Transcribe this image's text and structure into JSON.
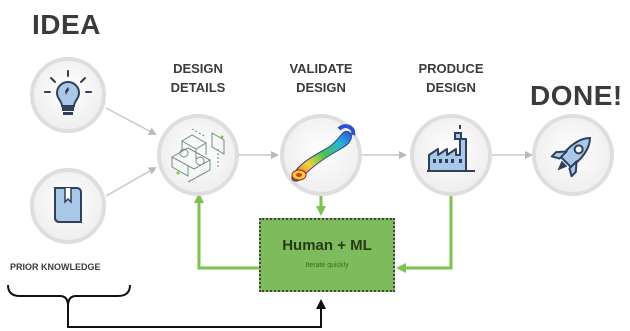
{
  "labels": {
    "idea": "IDEA",
    "done": "DONE!",
    "design_details_1": "DESIGN",
    "design_details_2": "DETAILS",
    "validate_1": "VALIDATE",
    "validate_2": "DESIGN",
    "produce_1": "PRODUCE",
    "produce_2": "DESIGN",
    "prior_knowledge": "PRIOR KNOWLEDGE"
  },
  "center_box": {
    "title": "Human + ML",
    "subtitle": "Iterate quickly"
  },
  "icons": [
    "lightbulb-icon",
    "book-icon",
    "cad-model-icon",
    "stress-simulation-icon",
    "factory-icon",
    "rocket-icon"
  ],
  "colors": {
    "text": "#3b3b3b",
    "green_arrow": "#7cc24e",
    "gray_arrow": "#c8c8c8",
    "box_fill": "#7dbb5c"
  }
}
